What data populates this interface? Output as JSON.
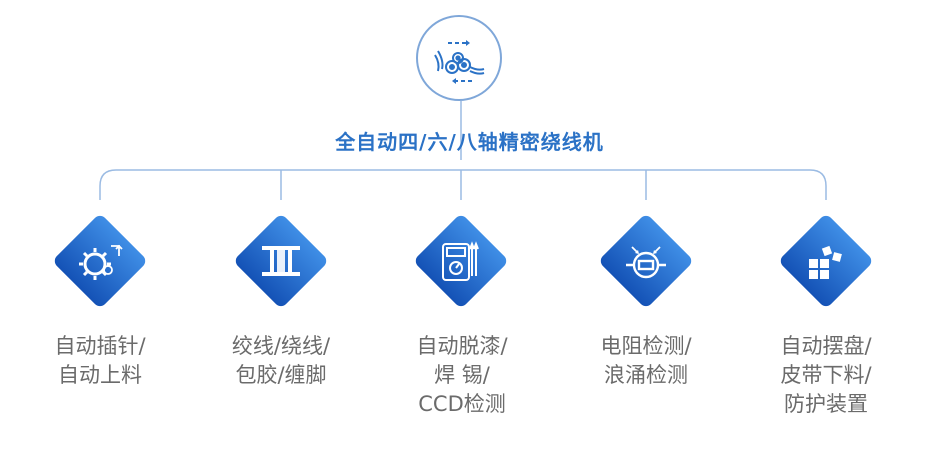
{
  "title": "全自动四/六/八轴精密绕线机",
  "top_icon": "winding-machine-icon",
  "colors": {
    "accent": "#2b72c6",
    "diamond_light": "#3b8ae2",
    "diamond_dark": "#1554b8",
    "line": "#7fa7d9",
    "label": "#6b6b6b"
  },
  "steps": [
    {
      "icon": "gear-automation-icon",
      "lines": [
        "自动插针/",
        "自动上料"
      ]
    },
    {
      "icon": "coil-bobbin-icon",
      "lines": [
        "绞线/绕线/",
        "包胶/缠脚"
      ]
    },
    {
      "icon": "multimeter-icon",
      "lines": [
        "自动脱漆/",
        "焊 锡/",
        "CCD检测"
      ]
    },
    {
      "icon": "resistor-sensor-icon",
      "lines": [
        "电阻检测/",
        "浪涌检测"
      ]
    },
    {
      "icon": "blocks-tray-icon",
      "lines": [
        "自动摆盘/",
        "皮带下料/",
        "防护装置"
      ]
    }
  ]
}
